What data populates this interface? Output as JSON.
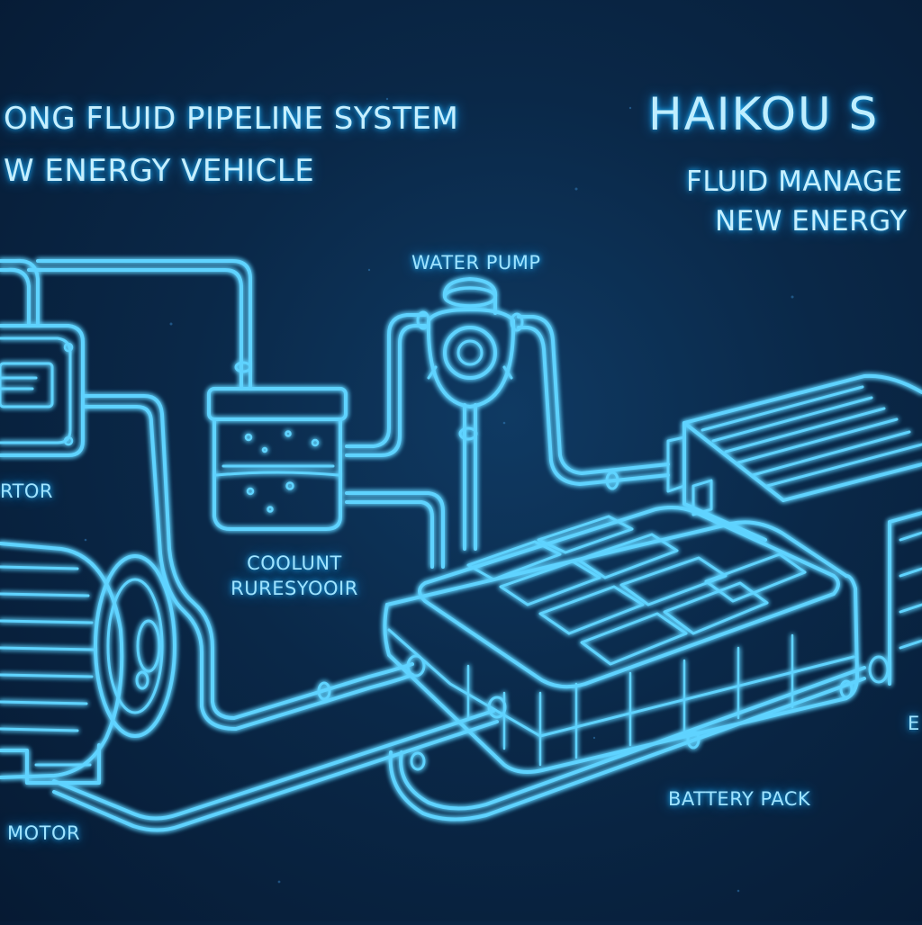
{
  "titles": {
    "left_line1": "ONG FLUID PIPELINE SYSTEM",
    "left_line2": "W ENERGY VEHICLE",
    "right_line1": "HAIKOU S",
    "right_line2": "FLUID MANAGE",
    "right_line3": "NEW ENERGY"
  },
  "components": {
    "radiator": "RTOR",
    "water_pump": "WATER PUMP",
    "coolant_reservoir_line1": "COOLUNT",
    "coolant_reservoir_line2": "RURESYOOIR",
    "motor": "MOTOR",
    "battery_pack": "BATTERY PACK",
    "edge_label": "E"
  },
  "colors": {
    "background": "#0a2848",
    "line": "#5fd3ff",
    "glow": "#1fb6ff",
    "text": "#9fe3ff"
  }
}
